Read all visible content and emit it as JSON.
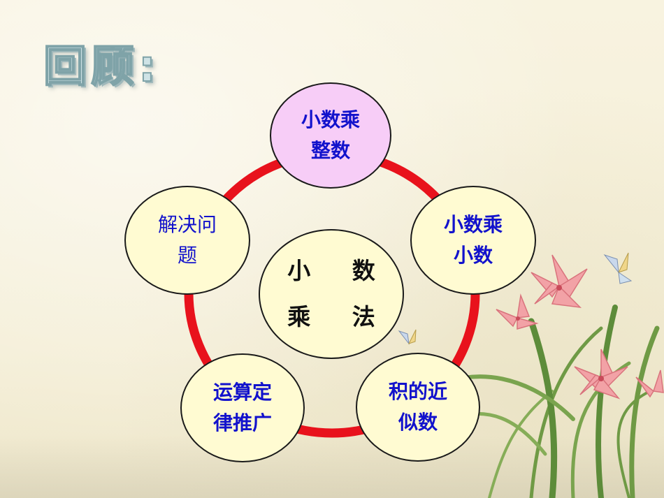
{
  "slide": {
    "title": "回顾:"
  },
  "diagram": {
    "center": {
      "label": "小 数\n乘 法"
    },
    "nodes": [
      {
        "id": "top",
        "label": "小数乘\n整数"
      },
      {
        "id": "right",
        "label": "小数乘\n小数"
      },
      {
        "id": "bottom-right",
        "label": "积的近\n似数"
      },
      {
        "id": "bottom-left",
        "label": "运算定\n律推广"
      },
      {
        "id": "left",
        "label": "解决问\n题"
      }
    ],
    "colors": {
      "ring": "#e8121c",
      "node_fill": "#fffbd2",
      "top_node_fill": "#f7cdf7",
      "node_text": "#1212cc",
      "center_text": "#111111"
    }
  },
  "decoration": {
    "icons": [
      "lily-flowers-illustration",
      "butterfly-icon"
    ]
  }
}
